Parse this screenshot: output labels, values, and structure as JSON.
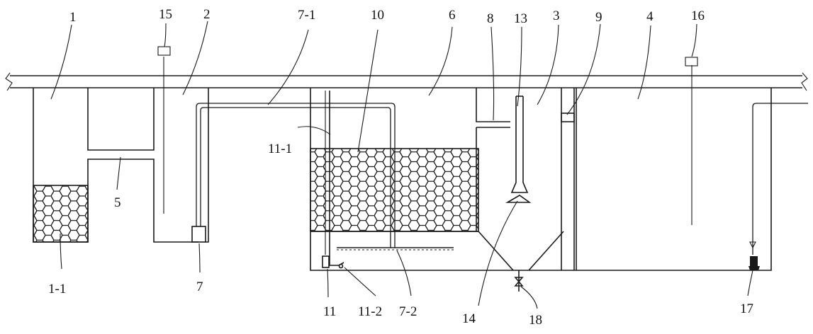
{
  "labels": {
    "l1": "1",
    "l1_1": "1-1",
    "l2": "2",
    "l3": "3",
    "l4": "4",
    "l5": "5",
    "l6": "6",
    "l7": "7",
    "l7_1": "7-1",
    "l7_2": "7-2",
    "l8": "8",
    "l9": "9",
    "l10": "10",
    "l11": "11",
    "l11_1": "11-1",
    "l11_2": "11-2",
    "l13": "13",
    "l14": "14",
    "l15": "15",
    "l16": "16",
    "l17": "17",
    "l18": "18"
  },
  "colors": {
    "line": "#1a1a1a",
    "background": "#ffffff"
  }
}
